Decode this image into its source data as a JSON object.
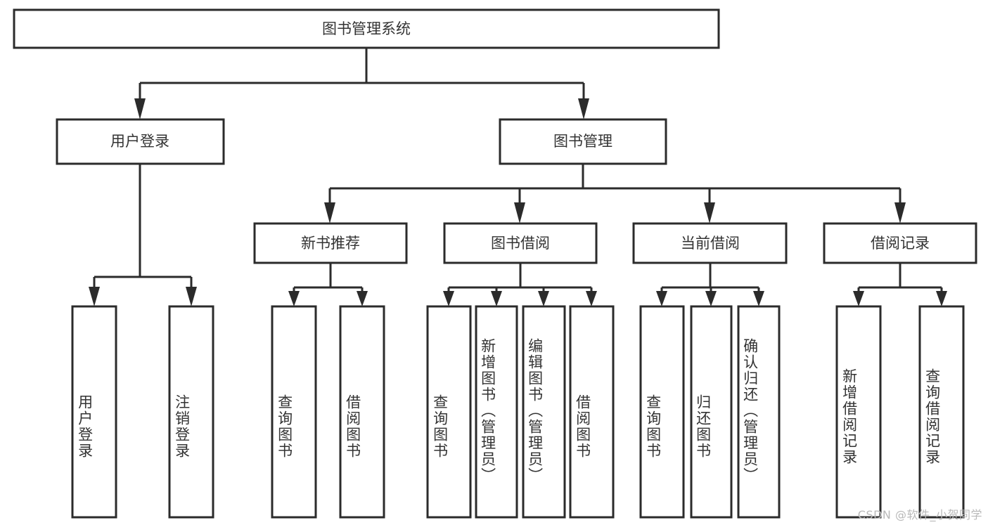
{
  "diagram": {
    "type": "tree-hierarchy-flowchart",
    "title": "图书管理系统",
    "watermark": "CSDN @软件_小贺同学",
    "colors": {
      "stroke": "#2b2b2b",
      "fill": "#ffffff",
      "text": "#333333",
      "background": "#ffffff",
      "watermark": "#b9b9b9"
    },
    "levels": {
      "root": {
        "label": "图书管理系统"
      },
      "level2": [
        {
          "label": "用户登录"
        },
        {
          "label": "图书管理"
        }
      ],
      "level3": [
        {
          "label": "新书推荐"
        },
        {
          "label": "图书借阅"
        },
        {
          "label": "当前借阅"
        },
        {
          "label": "借阅记录"
        }
      ],
      "leaves": {
        "user_login": [
          {
            "label": "用户登录"
          },
          {
            "label": "注销登录"
          }
        ],
        "new_book_recommend": [
          {
            "label": "查询图书"
          },
          {
            "label": "借阅图书"
          }
        ],
        "book_borrow": [
          {
            "label": "查询图书"
          },
          {
            "label": "新增图书（管理员）"
          },
          {
            "label": "编辑图书（管理员）"
          },
          {
            "label": "借阅图书"
          }
        ],
        "current_borrow": [
          {
            "label": "查询图书"
          },
          {
            "label": "归还图书"
          },
          {
            "label": "确认归还（管理员）"
          }
        ],
        "borrow_record": [
          {
            "label": "新增借阅记录"
          },
          {
            "label": "查询借阅记录"
          }
        ]
      }
    }
  }
}
